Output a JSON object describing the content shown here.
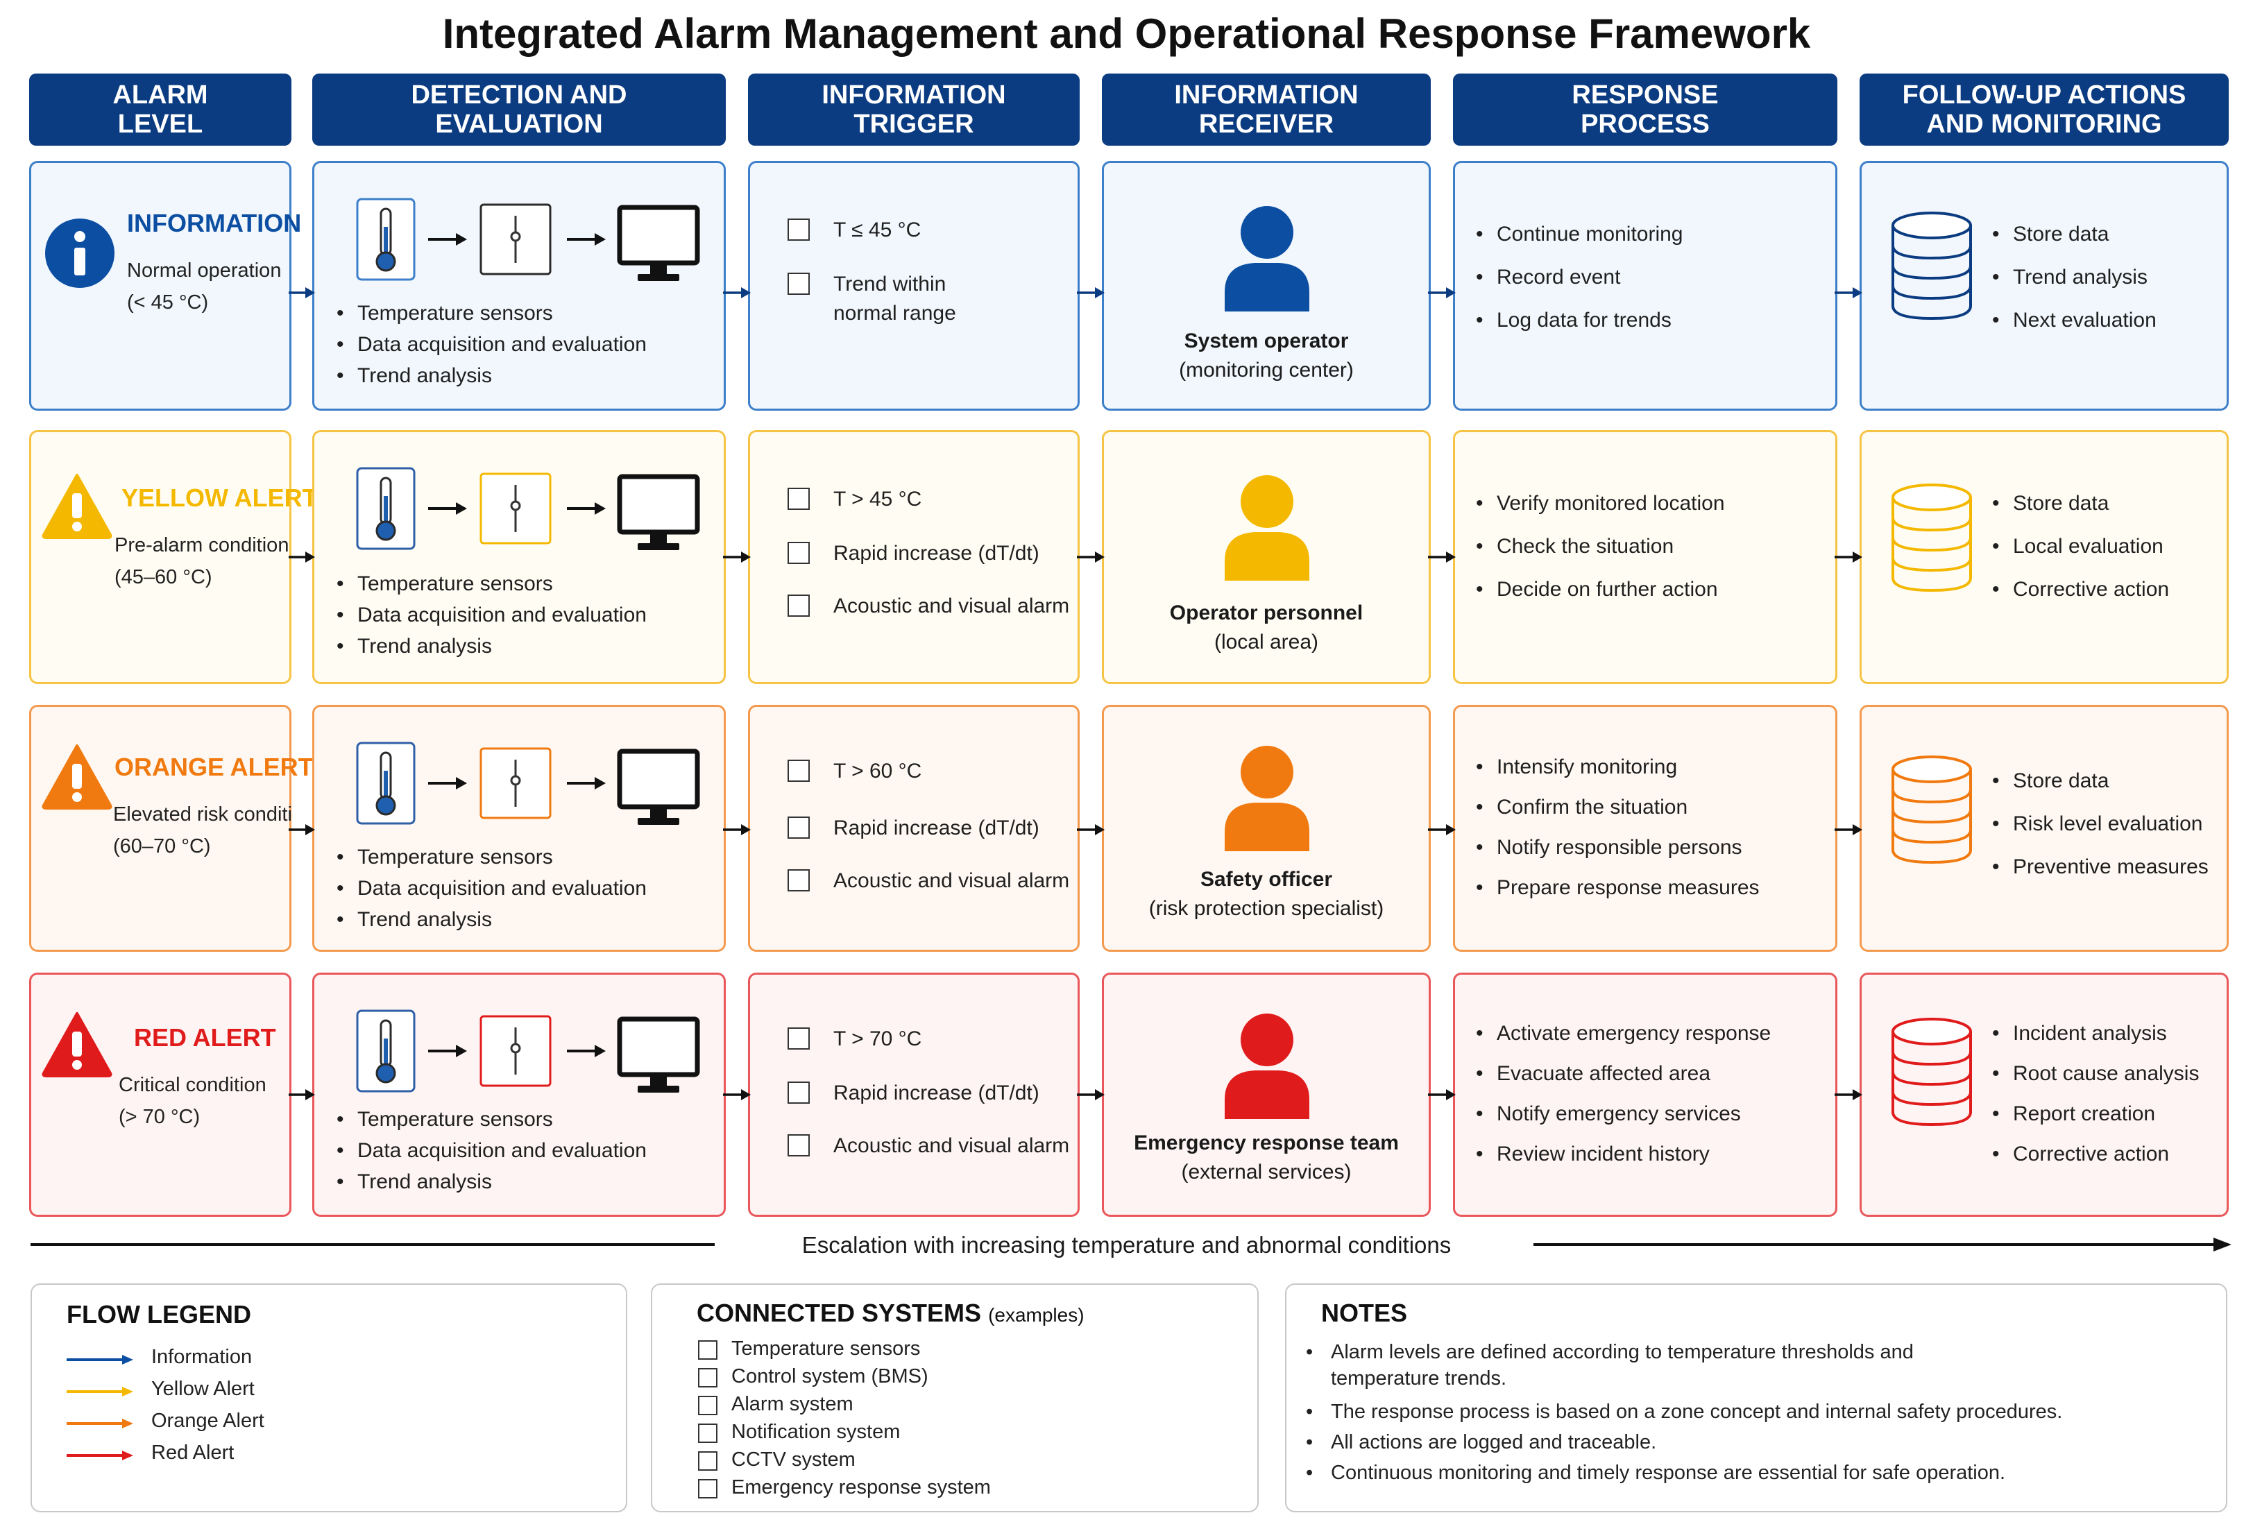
{
  "title": "Integrated Alarm Management and Operational Response Framework",
  "headers": [
    "ALARM\nLEVEL",
    "DETECTION AND\nEVALUATION",
    "INFORMATION\nTRIGGER",
    "INFORMATION\nRECEIVER",
    "RESPONSE\nPROCESS",
    "FOLLOW-UP ACTIONS\nAND MONITORING"
  ],
  "colors": {
    "header": "#0b3b80",
    "info": "#0b4ea2",
    "yellow": "#f4b800",
    "orange": "#f07a10",
    "red": "#e01b1b"
  },
  "rows": [
    {
      "level": "INFORMATION",
      "icon": "info-icon",
      "condition": "Normal operation",
      "range": "(< 45 °C)",
      "detection": [
        "Temperature sensors",
        "Data acquisition and evaluation",
        "Trend analysis"
      ],
      "triggers": [
        "T ≤ 45 °C",
        "Trend within\nnormal range"
      ],
      "receiver_name": "System operator",
      "receiver_sub": "(monitoring center)",
      "response": [
        "Continue monitoring",
        "Record event",
        "Log data for trends"
      ],
      "followup": [
        "Store data",
        "Trend analysis",
        "Next evaluation"
      ]
    },
    {
      "level": "YELLOW ALERT",
      "icon": "warning-triangle-icon",
      "condition": "Pre-alarm condition",
      "range": "(45–60 °C)",
      "detection": [
        "Temperature sensors",
        "Data acquisition and evaluation",
        "Trend analysis"
      ],
      "triggers": [
        "T > 45 °C",
        "Rapid increase (dT/dt)",
        "Acoustic and visual alarm"
      ],
      "receiver_name": "Operator personnel",
      "receiver_sub": "(local area)",
      "response": [
        "Verify monitored location",
        "Check the situation",
        "Decide on further action"
      ],
      "followup": [
        "Store data",
        "Local evaluation",
        "Corrective action"
      ]
    },
    {
      "level": "ORANGE ALERT",
      "icon": "warning-triangle-icon",
      "condition": "Elevated risk conditi",
      "range": "(60–70 °C)",
      "detection": [
        "Temperature sensors",
        "Data acquisition and evaluation",
        "Trend analysis"
      ],
      "triggers": [
        "T > 60 °C",
        "Rapid increase (dT/dt)",
        "Acoustic and visual alarm"
      ],
      "receiver_name": "Safety officer",
      "receiver_sub": "(risk protection specialist)",
      "response": [
        "Intensify monitoring",
        "Confirm the situation",
        "Notify responsible persons",
        "Prepare response measures"
      ],
      "followup": [
        "Store data",
        "Risk level evaluation",
        "Preventive measures"
      ]
    },
    {
      "level": "RED ALERT",
      "icon": "warning-triangle-icon",
      "condition": "Critical condition",
      "range": "(> 70 °C)",
      "detection": [
        "Temperature sensors",
        "Data acquisition and evaluation",
        "Trend analysis"
      ],
      "triggers": [
        "T > 70 °C",
        "Rapid increase (dT/dt)",
        "Acoustic and visual alarm"
      ],
      "receiver_name": "Emergency response team",
      "receiver_sub": "(external services)",
      "response": [
        "Activate emergency response",
        "Evacuate affected area",
        "Notify emergency services",
        "Review incident history"
      ],
      "followup": [
        "Incident analysis",
        "Root cause analysis",
        "Report creation",
        "Corrective action"
      ]
    }
  ],
  "escalation": "Escalation with increasing temperature and abnormal conditions",
  "legend": {
    "title": "FLOW LEGEND",
    "items": [
      "Information",
      "Yellow Alert",
      "Orange Alert",
      "Red Alert"
    ]
  },
  "systems": {
    "title": "CONNECTED SYSTEMS",
    "title_suffix": "(examples)",
    "items": [
      "Temperature sensors",
      "Control system (BMS)",
      "Alarm system",
      "Notification system",
      "CCTV system",
      "Emergency response system"
    ]
  },
  "notes": {
    "title": "NOTES",
    "items": [
      "Alarm levels are defined according to temperature thresholds and\ntemperature trends.",
      "The response process is based on a zone concept and internal safety procedures.",
      "All actions are logged and traceable.",
      "Continuous monitoring and timely response are essential for safe operation."
    ]
  }
}
